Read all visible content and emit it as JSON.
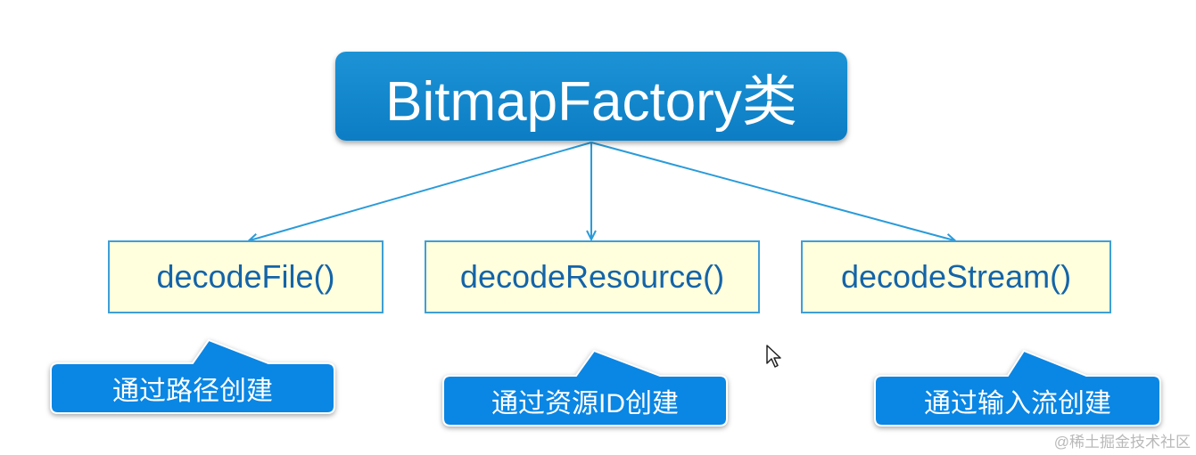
{
  "root": {
    "label": "BitmapFactory类"
  },
  "methods": [
    {
      "name": "decodeFile()",
      "note": "通过路径创建"
    },
    {
      "name": "decodeResource()",
      "note": "通过资源ID创建"
    },
    {
      "name": "decodeStream()",
      "note": "通过输入流创建"
    }
  ],
  "colors": {
    "root_fill": "#1489d0",
    "method_fill": "#ffffdd",
    "method_border": "#3e9fd8",
    "method_text": "#1464a8",
    "callout_fill": "#0a86e4",
    "connector": "#2a9bd9"
  },
  "cursor": {
    "icon": "mouse-pointer-icon"
  },
  "watermark": {
    "text": "@稀土掘金技术社区"
  }
}
